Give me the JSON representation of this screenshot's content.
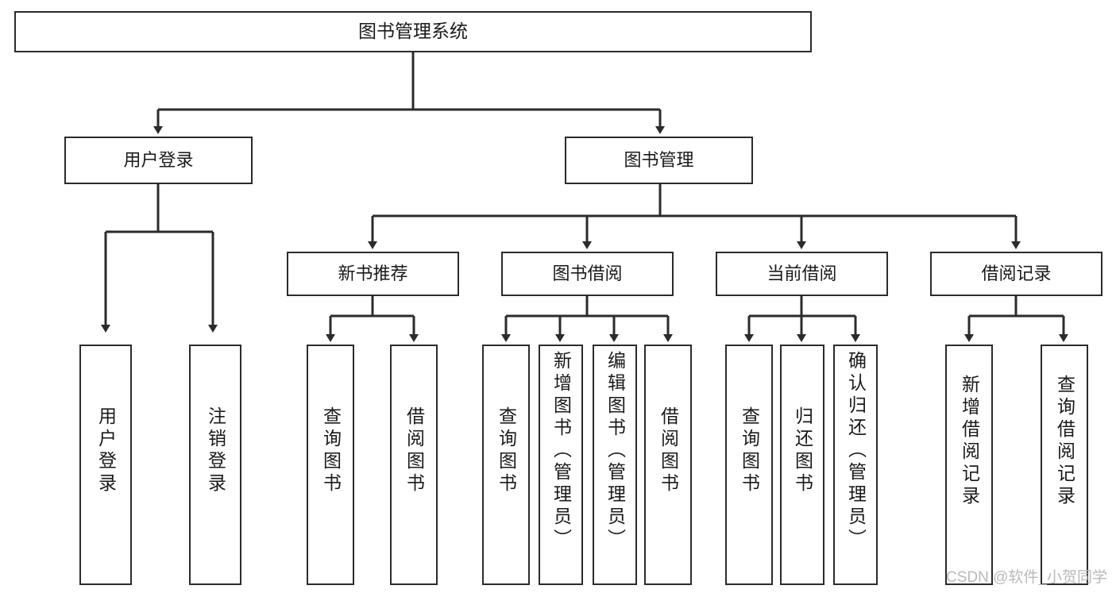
{
  "diagram": {
    "type": "tree-hierarchy-chart",
    "title": "图书管理系统",
    "watermark": "CSDN @软件_小贺同学",
    "colors": {
      "box_border": "#2b2b2b",
      "box_fill": "#ffffff",
      "connector": "#2b2b2b",
      "text": "#1a1a1a",
      "watermark": "#b9b9b9"
    },
    "levels": {
      "root": "图书管理系统",
      "level2": [
        "用户登录",
        "图书管理"
      ],
      "level3": [
        "新书推荐",
        "图书借阅",
        "当前借阅",
        "借阅记录"
      ],
      "level4": [
        "用户登录",
        "注销登录",
        "查询图书",
        "借阅图书",
        "查询图书",
        "新增图书（管理员）",
        "编辑图书（管理员）",
        "借阅图书",
        "查询图书",
        "归还图书",
        "确认归还（管理员）",
        "新增借阅记录",
        "查询借阅记录"
      ]
    },
    "nodes": {
      "root": {
        "label": "图书管理系统"
      },
      "user_login": {
        "label": "用户登录"
      },
      "book_mgmt": {
        "label": "图书管理"
      },
      "new_book_rec": {
        "label": "新书推荐"
      },
      "book_borrow": {
        "label": "图书借阅"
      },
      "current_borrow": {
        "label": "当前借阅"
      },
      "borrow_record": {
        "label": "借阅记录"
      },
      "leaf_user_login": {
        "label": "用户登录"
      },
      "leaf_logout": {
        "label": "注销登录"
      },
      "leaf_query_book_1": {
        "label": "查询图书"
      },
      "leaf_borrow_book_1": {
        "label": "借阅图书"
      },
      "leaf_query_book_2": {
        "label": "查询图书"
      },
      "leaf_add_book": {
        "label": "新增图书（管理员）"
      },
      "leaf_edit_book": {
        "label": "编辑图书（管理员）"
      },
      "leaf_borrow_book_2": {
        "label": "借阅图书"
      },
      "leaf_query_book_3": {
        "label": "查询图书"
      },
      "leaf_return_book": {
        "label": "归还图书"
      },
      "leaf_confirm_return": {
        "label": "确认归还（管理员）"
      },
      "leaf_add_record": {
        "label": "新增借阅记录"
      },
      "leaf_query_record": {
        "label": "查询借阅记录"
      }
    },
    "edges": [
      {
        "from": "root",
        "to": "user_login"
      },
      {
        "from": "root",
        "to": "book_mgmt"
      },
      {
        "from": "user_login",
        "to": "leaf_user_login"
      },
      {
        "from": "user_login",
        "to": "leaf_logout"
      },
      {
        "from": "book_mgmt",
        "to": "new_book_rec"
      },
      {
        "from": "book_mgmt",
        "to": "book_borrow"
      },
      {
        "from": "book_mgmt",
        "to": "current_borrow"
      },
      {
        "from": "book_mgmt",
        "to": "borrow_record"
      },
      {
        "from": "new_book_rec",
        "to": "leaf_query_book_1"
      },
      {
        "from": "new_book_rec",
        "to": "leaf_borrow_book_1"
      },
      {
        "from": "book_borrow",
        "to": "leaf_query_book_2"
      },
      {
        "from": "book_borrow",
        "to": "leaf_add_book"
      },
      {
        "from": "book_borrow",
        "to": "leaf_edit_book"
      },
      {
        "from": "book_borrow",
        "to": "leaf_borrow_book_2"
      },
      {
        "from": "current_borrow",
        "to": "leaf_query_book_3"
      },
      {
        "from": "current_borrow",
        "to": "leaf_return_book"
      },
      {
        "from": "current_borrow",
        "to": "leaf_confirm_return"
      },
      {
        "from": "borrow_record",
        "to": "leaf_add_record"
      },
      {
        "from": "borrow_record",
        "to": "leaf_query_record"
      }
    ]
  }
}
